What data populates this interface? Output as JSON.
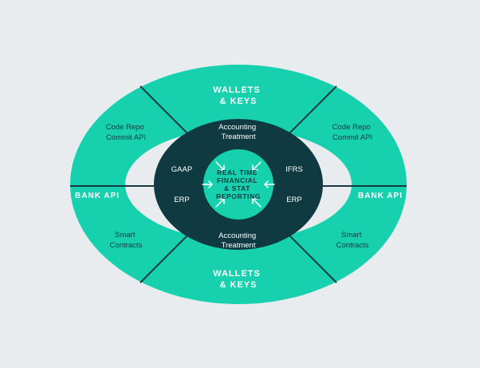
{
  "colors": {
    "background": "#e8ecef",
    "outer_ring": "#17d1ae",
    "middle_ring": "#0f3a42",
    "core": "#17d1ae",
    "lines": "#163a40",
    "inner_gap": "#e8ecef",
    "outer_text": "#ffffff",
    "middle_text": "#ffffff",
    "core_text": "#0f3a42",
    "arrow": "#ffffff"
  },
  "outer_ring": {
    "top": [
      "WALLETS",
      "& KEYS"
    ],
    "bottom": [
      "WALLETS",
      "& KEYS"
    ],
    "left": "BANK API",
    "right": "BANK API",
    "upper_left": [
      "Code Repo",
      "Commit API"
    ],
    "upper_right": [
      "Code Repo",
      "Commit API"
    ],
    "lower_left": [
      "Smart",
      "Contracts"
    ],
    "lower_right": [
      "Smart",
      "Contracts"
    ]
  },
  "middle_ring": {
    "top": [
      "Accounting",
      "Treatment"
    ],
    "bottom": [
      "Accounting",
      "Treatment"
    ],
    "upper_left": "GAAP",
    "upper_right": "IFRS",
    "lower_left": "ERP",
    "lower_right": "ERP"
  },
  "core": [
    "REAL TIME",
    "FINANCIAL",
    "& STAT",
    "REPORTING"
  ]
}
